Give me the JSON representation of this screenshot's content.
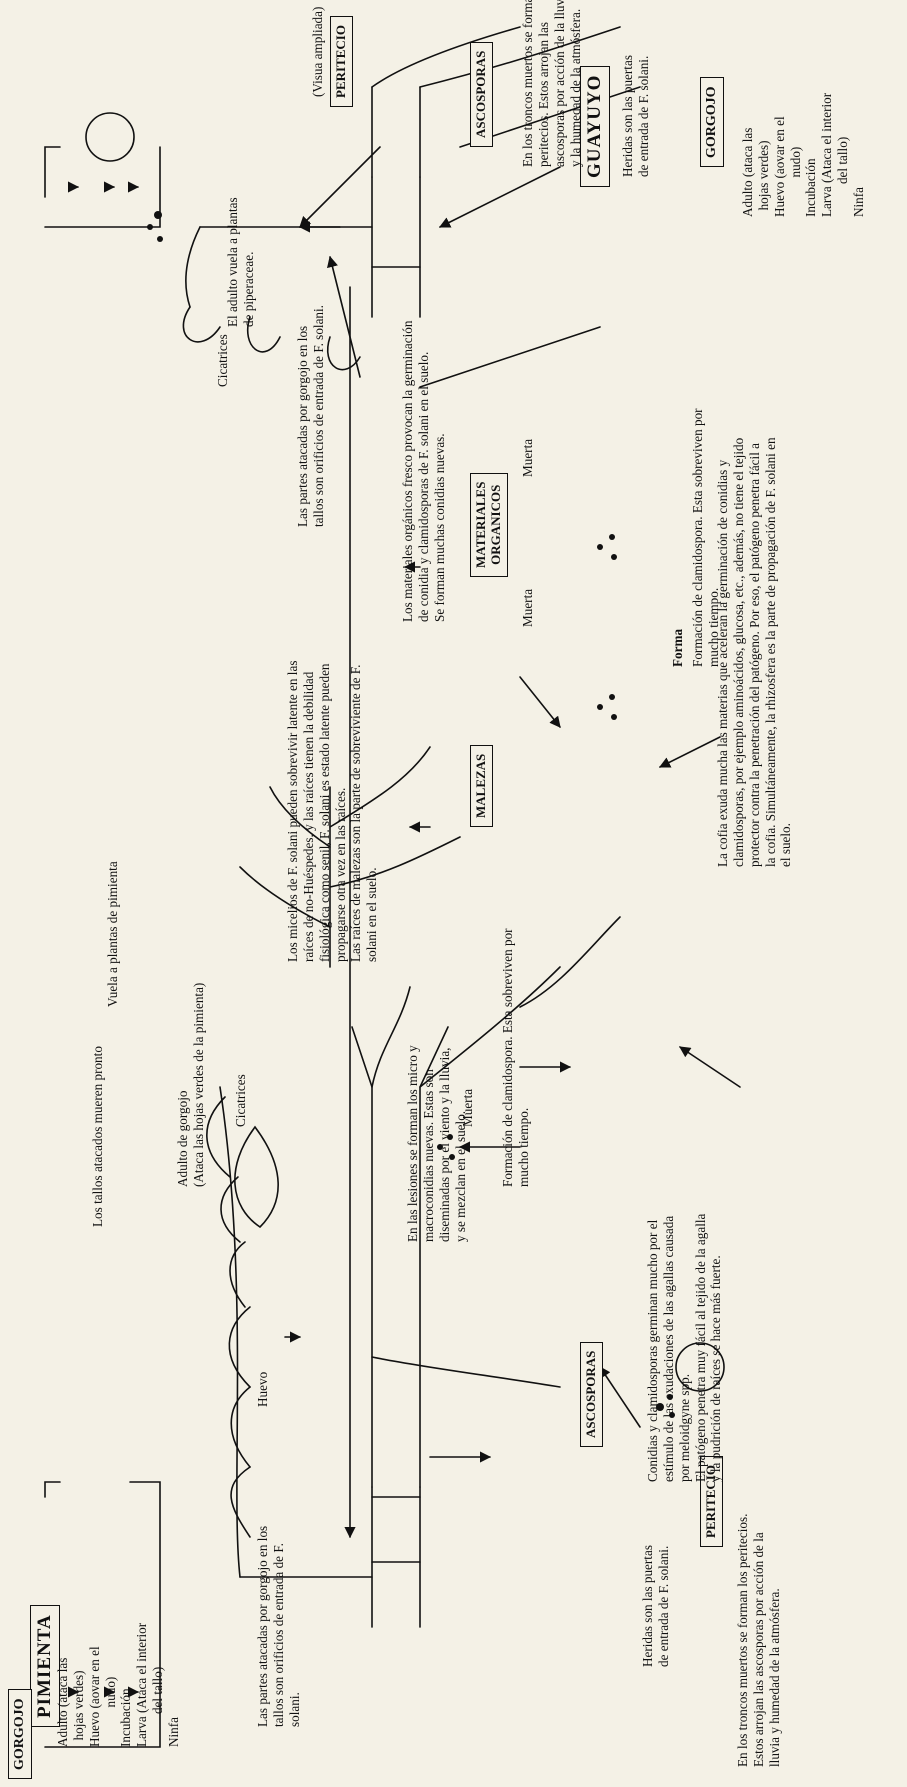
{
  "labels": {
    "pimienta": "PIMIENTA",
    "guayuyo": "GUAYUYO",
    "gorgojo": "GORGOJO",
    "ascosporas": "ASCOSPORAS",
    "peritecio": "PERITECIO",
    "malezas": "MALEZAS",
    "materiales_organicos": "MATERIALES\nORGANICOS"
  },
  "left_cycle": {
    "gorgojo_stages": "Adulto (ataca las\n  hojas verdes)\nHuevo (aovar en el\n            nudo)\nIncubación\nLarva (Ataca el interior\n          del tallo)\nNinfa",
    "partes_atacadas": "Las partes atacadas por gorgojo en los\ntallos son orificios de entrada de F.\nsolani.",
    "huevo": "Huevo",
    "tallos_mueren": "Los tallos atacados mueren pronto",
    "adulto_gorgojo": "Adulto de gorgojo\n(Ataca las hojas verdes de la pimienta)",
    "cicatrices": "Cicatrices",
    "vuela_pimienta": "Vuela a plantas de pimienta",
    "troncos_muertos": "En los troncos muertos se forman los peritecios.\nEstos arrojan las ascosporas por acción de la\nlluvia y humedad de la atmósfera.",
    "heridas": "Heridas son las puertas\nde entrada de F. solani.",
    "conidias_germinan": "Conidias y clamidosporas germinan mucho por el\nestímulo de las exudaciones de las agallas causada\npor meloidgyne spp.\nEl patógeno penetra muy fácil al tejido de la agalla\ny la pudrición de raíces se hace más fuerte.",
    "lesiones": "En las lesiones se forman los micro y\nmacroconidias nuevas. Estas son\ndiseminadas por el viento y la lluvia,\ny se mezclan en el suelo.",
    "muerta": "Muerta",
    "formacion_1": "Formación de clamidospora. Esta sobreviven por\nmucho tiempo."
  },
  "middle": {
    "micelios": "Los micelios de F. solani pueden sobrevivir latente en las\nraíces de no-Huéspedes, y las raíces tienen la debilidad\nfisiológica como senil, F. solani es estado latente pueden\npropagarse otra vez en las raíces.\nLas raíces de malezas son la parte de sobreviviente de F.\nsolani en el suelo.",
    "muerta": "Muerta",
    "forma": "Forma",
    "formacion_2": "Formación de clamidospora. Esta sobreviven por\nmucho tiempo.",
    "materiales_fresco": "Los materiales orgánicos fresco provocan la germinación\nde conidia y clamidosporas de F. solani en el suelo.\nSe forman muchas conidias nuevas.",
    "cofia": "La cofia exuda mucha las materias que aceleran la germinación de conidias y\nclamidosporas, por ejemplo aminoácidos, glucosa, etc., además, no tiene el tejido\nprotector contra la penetración del patógeno. Por eso, el patógeno penetra fácil a\nla cofia. Simultáneamente, la rhizosfera es la parte de propagación de F. solani en\nel suelo."
  },
  "right_cycle": {
    "adulto_vuela": "El adulto vuela a plantas\nde piperaceae.",
    "cicatrices": "Cicatrices",
    "partes_atacadas": "Las partes atacadas por gorgojo en los\ntallos son orificios de entrada de F. solani.",
    "muerta": "Muerta",
    "gorgojo_stages": "Adulto (ataca las\n  hojas verdes)\nHuevo (aovar en el\n            nudo)\nIncubación\nLarva (Ataca el interior\n          del tallo)\nNinfa",
    "visua": "(Visua ampliada)",
    "troncos_muertos": "En los troncos muertos se forman\nperitecios. Estos arrojan las\nascosporas por acción de la lluvia\ny la humedad de la atmósfera.",
    "heridas": "Heridas son las puertas\nde entrada de F. solani."
  }
}
